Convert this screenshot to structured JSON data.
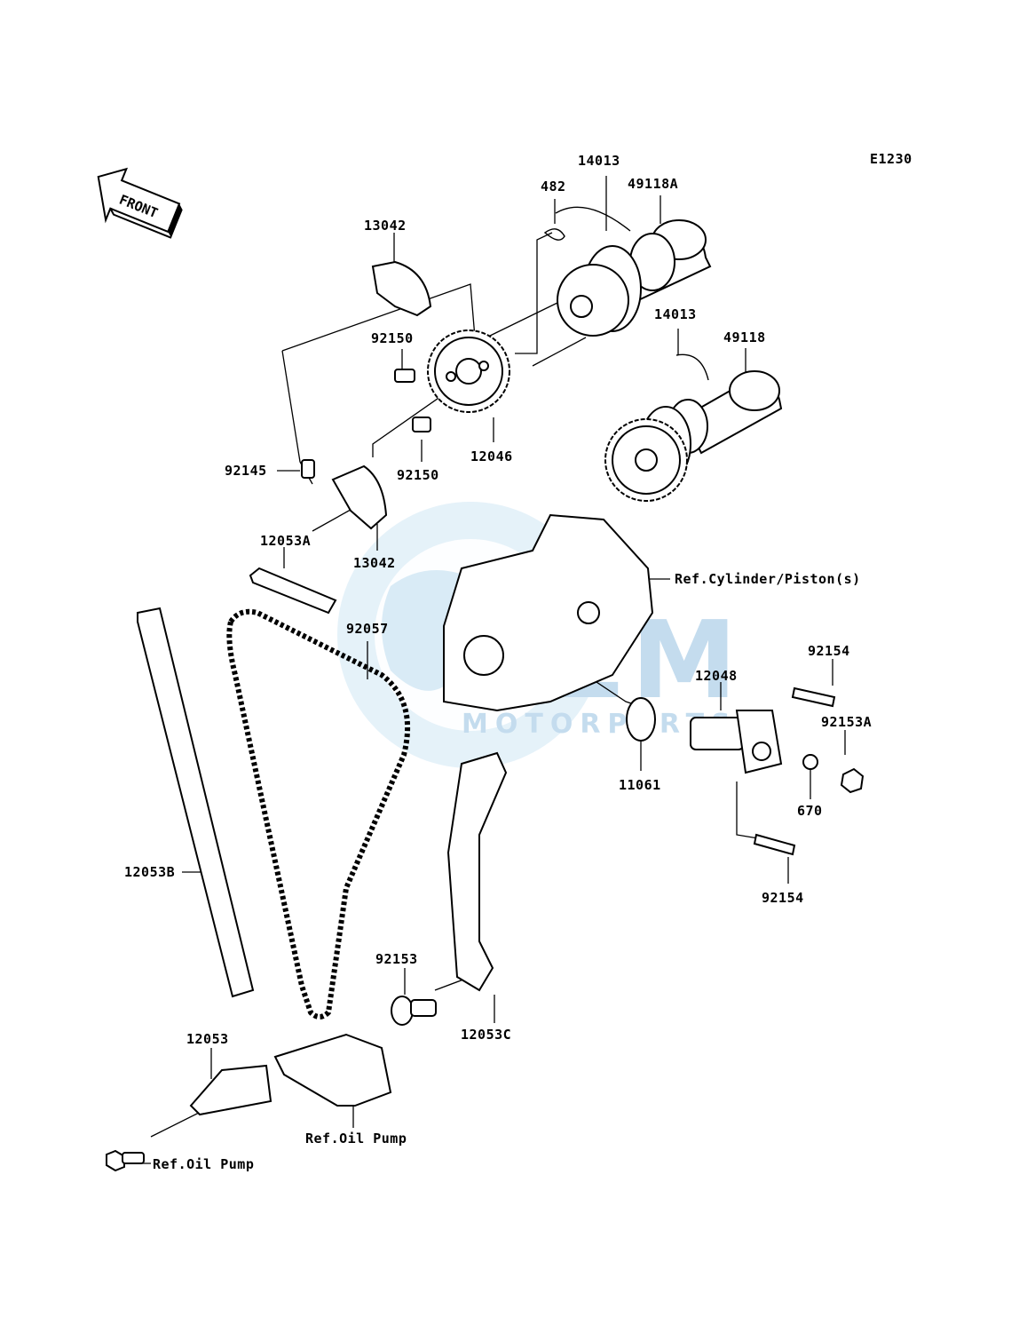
{
  "diagram_code": "E1230",
  "front_label": "FRONT",
  "watermark": {
    "brand": "OEM",
    "sub": "MOTORPARTS",
    "color": "#2f86c5"
  },
  "labels": {
    "p14013_top": "14013",
    "p49118A": "49118A",
    "p482": "482",
    "p13042_top": "13042",
    "p92150_top": "92150",
    "p14013_mid": "14013",
    "p49118": "49118",
    "p92145": "92145",
    "p92150_bot": "92150",
    "p12046": "12046",
    "p12053A": "12053A",
    "p13042_bot": "13042",
    "ref_cylinder": "Ref.Cylinder/Piston(s)",
    "p92057": "92057",
    "p92154_top": "92154",
    "p12048": "12048",
    "p92153A": "92153A",
    "p11061": "11061",
    "p670": "670",
    "p12053B": "12053B",
    "p92154_bot": "92154",
    "p92153": "92153",
    "p12053C": "12053C",
    "p12053": "12053",
    "ref_oil_pump_1": "Ref.Oil Pump",
    "ref_oil_pump_2": "Ref.Oil Pump"
  }
}
